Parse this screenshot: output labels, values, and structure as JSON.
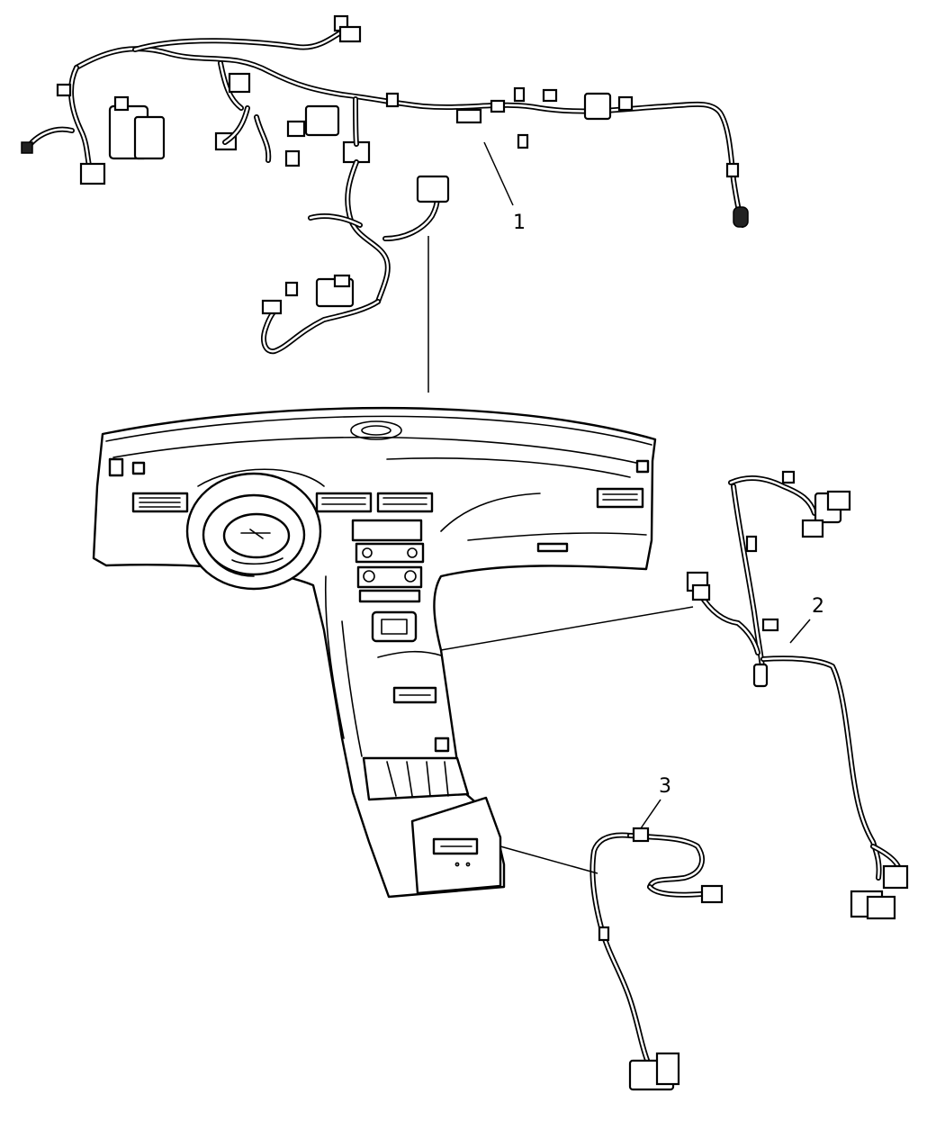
{
  "callouts": {
    "item1": "1",
    "item2": "2",
    "item3": "3"
  },
  "parts": {
    "harness_1_icon": "instrument-panel-wiring-harness-icon",
    "harness_2_icon": "console-wiring-harness-icon",
    "harness_3_icon": "floor-console-jumper-harness-icon",
    "instrument_panel_icon": "instrument-panel-assembly-icon"
  }
}
